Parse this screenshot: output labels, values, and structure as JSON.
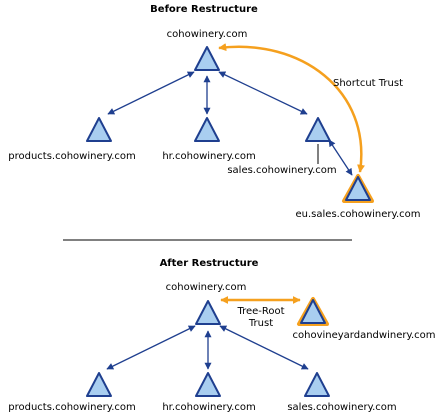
{
  "before": {
    "heading": "Before Restructure",
    "root_label": "cohowinery.com",
    "children": [
      {
        "label": "products.cohowinery.com"
      },
      {
        "label": "hr.cohowinery.com"
      },
      {
        "label": "sales.cohowinery.com"
      }
    ],
    "grandchild_label": "eu.sales.cohowinery.com",
    "trust_label": "Shortcut Trust"
  },
  "after": {
    "heading": "After Restructure",
    "root_label": "cohowinery.com",
    "children": [
      {
        "label": "products.cohowinery.com"
      },
      {
        "label": "hr.cohowinery.com"
      },
      {
        "label": "sales.cohowinery.com"
      }
    ],
    "new_root_label": "cohovineyardandwinery.com",
    "trust_label_line1": "Tree-Root",
    "trust_label_line2": "Trust"
  },
  "colors": {
    "domain_fill": "#a9cef0",
    "domain_stroke": "#1f3f8f",
    "link_line": "#1f3f8f",
    "trust_highlight": "#f5a01e",
    "divider": "#000000"
  },
  "icons": {
    "domain": "triangle-domain-icon",
    "arrow": "double-arrow-link"
  }
}
